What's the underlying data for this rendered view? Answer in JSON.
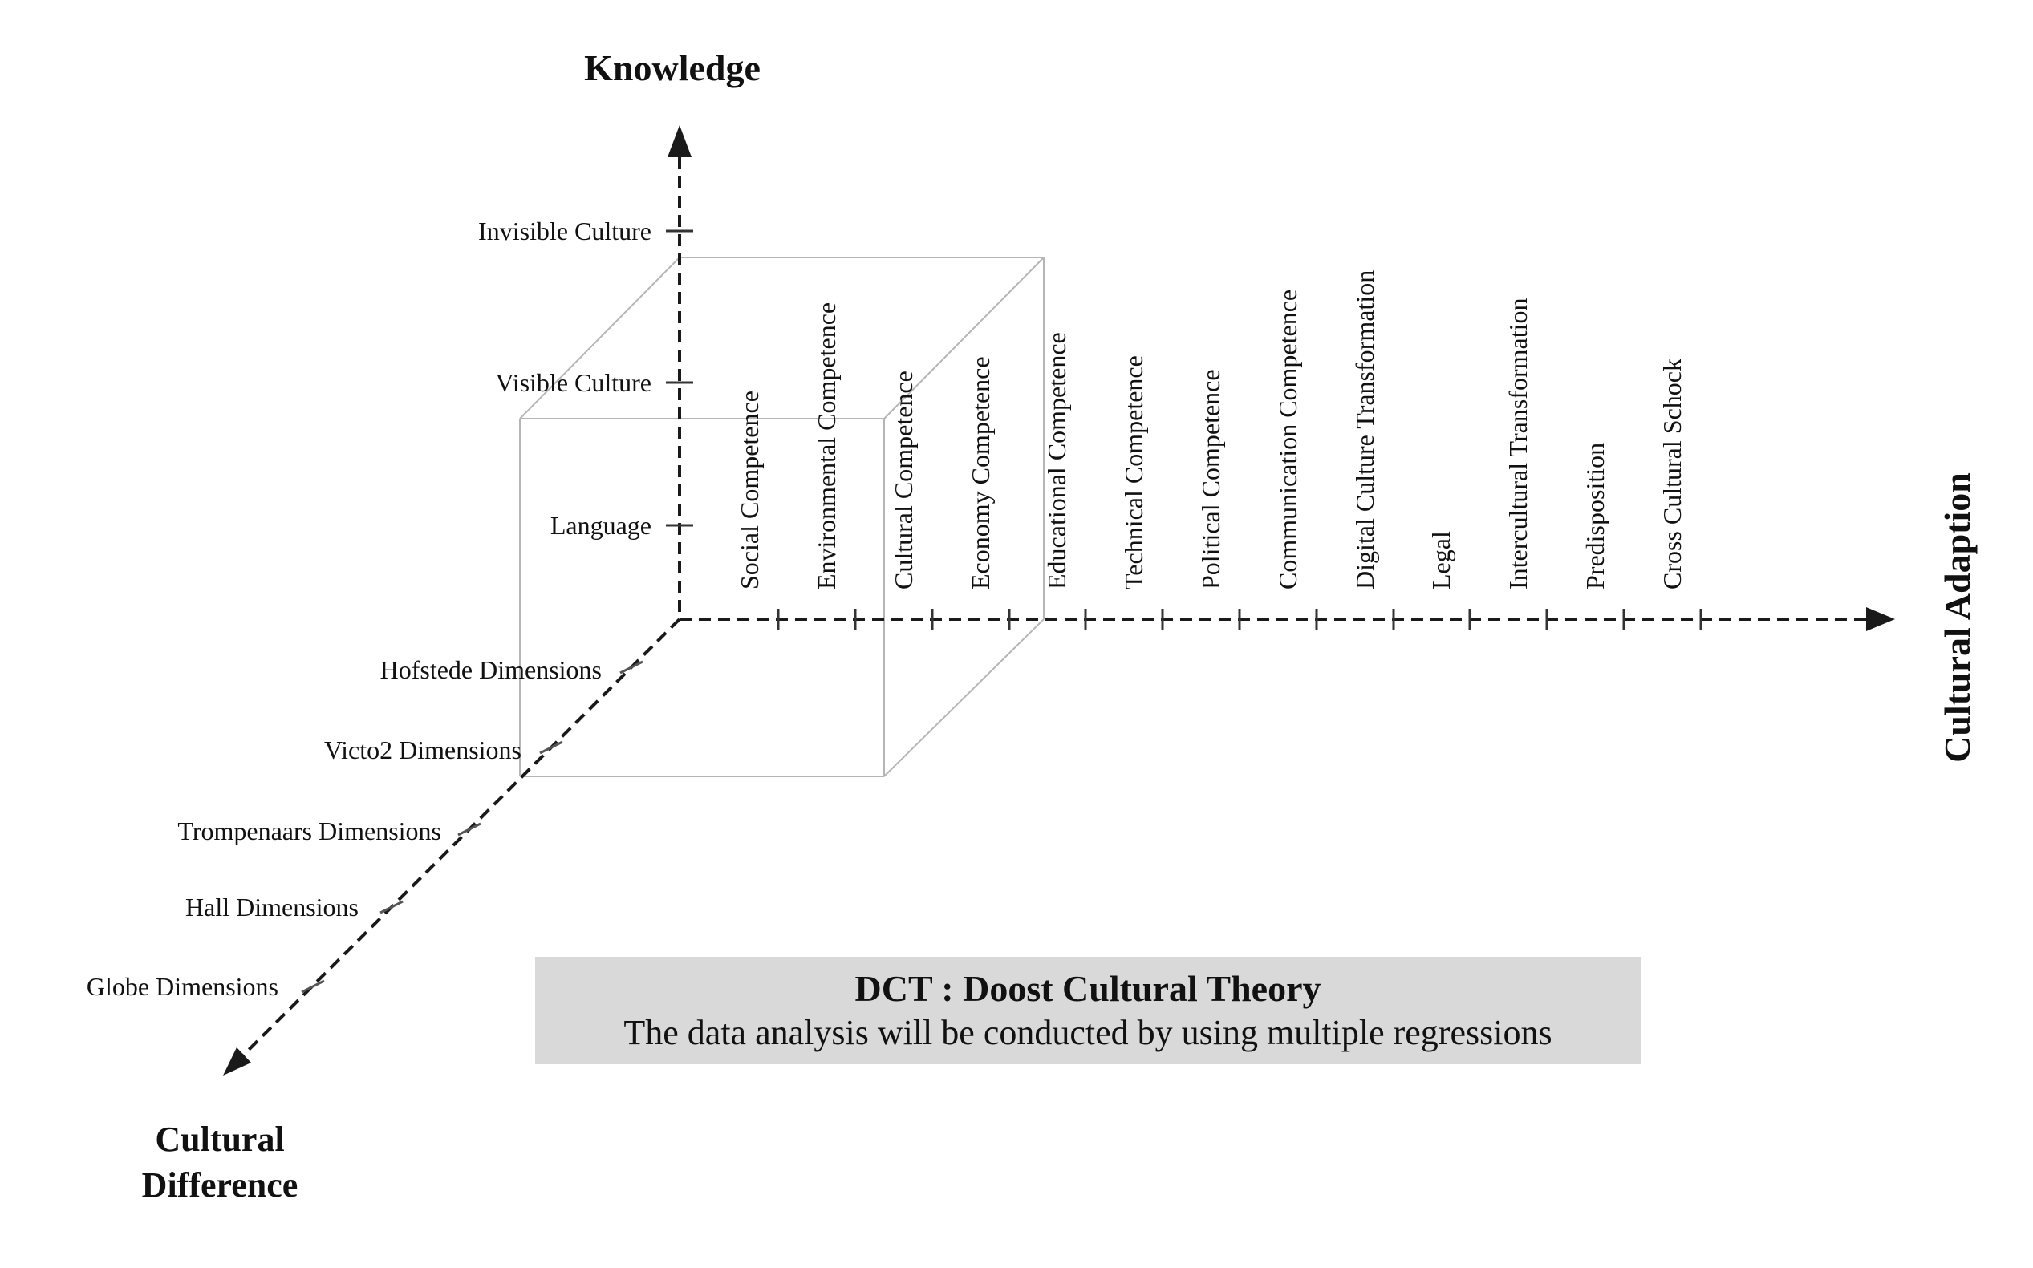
{
  "axes": {
    "vertical": {
      "title": "Knowledge",
      "ticks": [
        "Invisible Culture",
        "Visible Culture",
        "Language"
      ]
    },
    "horizontal": {
      "title": "Cultural Adaption",
      "ticks": [
        "Social Competence",
        "Environmental Competence",
        "Cultural Competence",
        "Economy Competence",
        "Educational Competence",
        "Technical Competence",
        "Political Competence",
        "Communication Competence",
        "Digital Culture Transformation",
        "Legal",
        "Intercultural Transformation",
        "Predisposition",
        "Cross Cultural Schock"
      ]
    },
    "diagonal": {
      "title_lines": [
        "Cultural",
        "Difference"
      ],
      "ticks": [
        "Hofstede Dimensions",
        "Victo2 Dimensions",
        "Trompenaars Dimensions",
        "Hall Dimensions",
        "Globe Dimensions"
      ]
    }
  },
  "note_box": {
    "line1": "DCT : Doost Cultural Theory",
    "line2": "The data analysis will be conducted by using multiple regressions",
    "bg_color": "#d9d9d9"
  },
  "colors": {
    "ink": "#111111",
    "cube_edge": "#b5b5b5",
    "note_box_bg": "#d9d9d9"
  }
}
